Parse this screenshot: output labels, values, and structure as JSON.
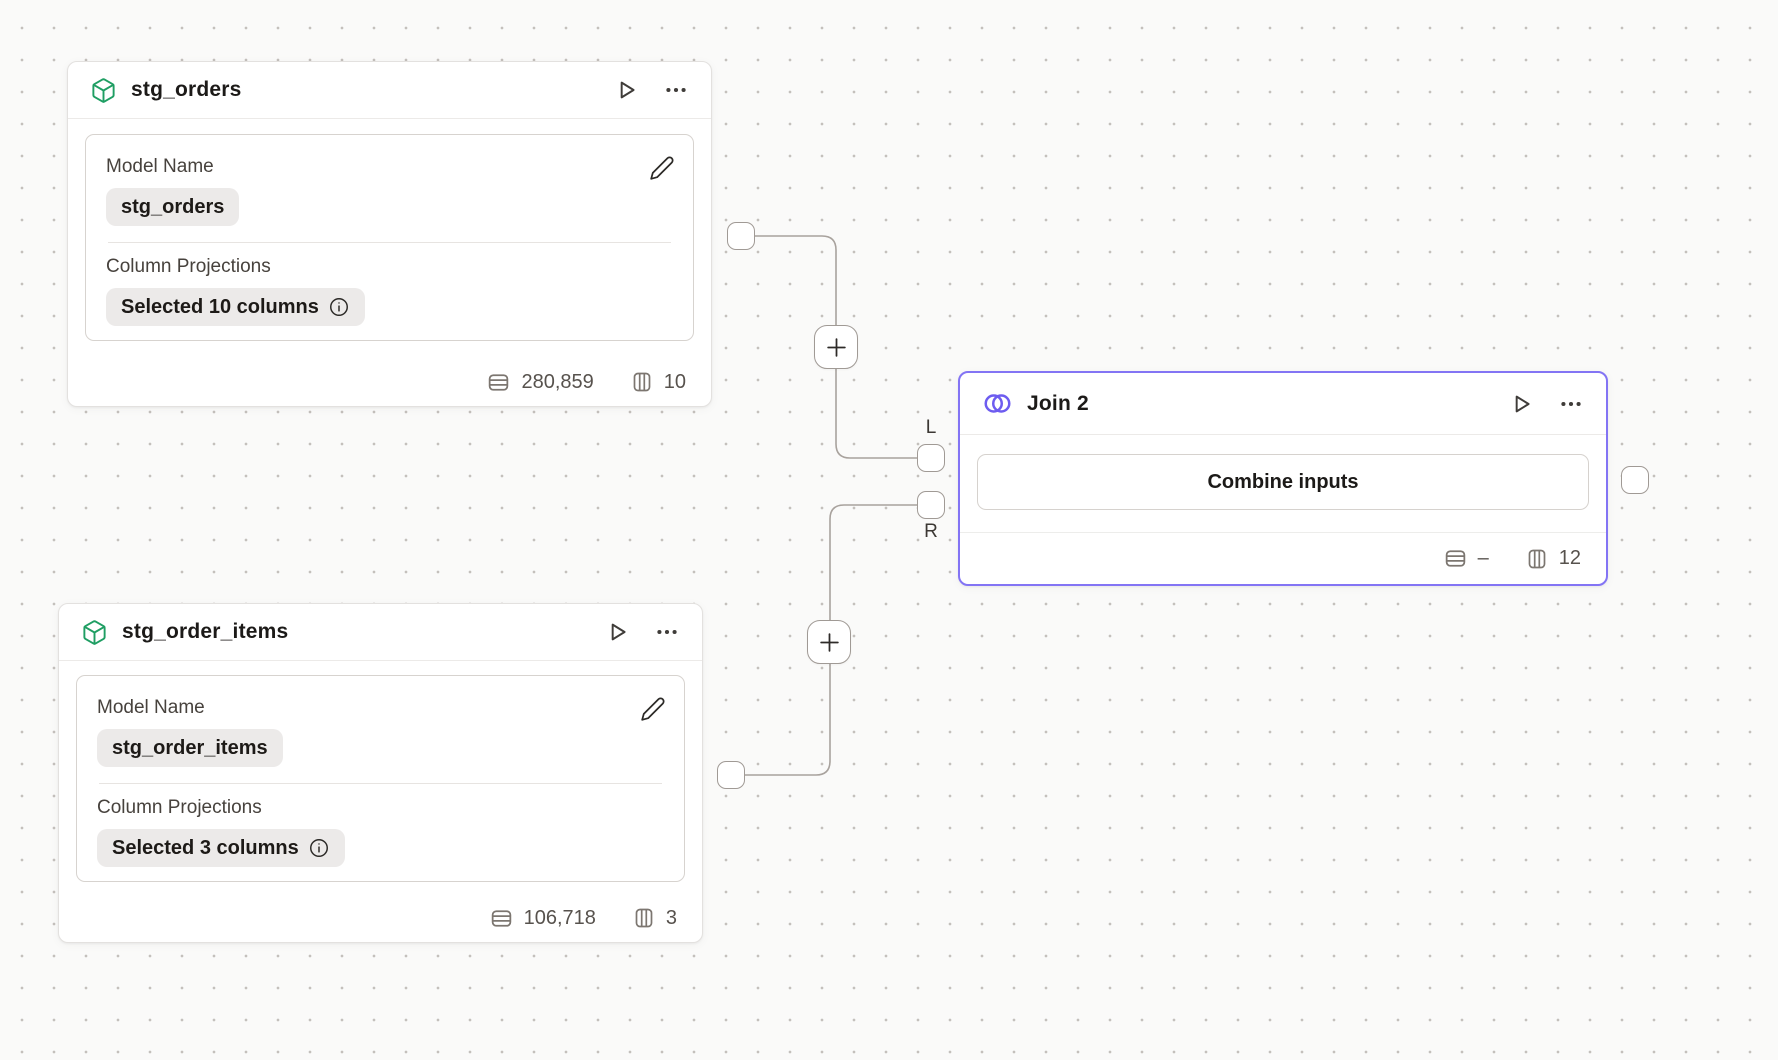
{
  "colors": {
    "join_accent": "#8374f4",
    "model_icon_green": "#1f9e63",
    "edge_gray": "#a8a29d",
    "canvas_dot": "#c4c0bc"
  },
  "nodes": {
    "stg_orders": {
      "title": "stg_orders",
      "model_name_label": "Model Name",
      "model_name_value": "stg_orders",
      "column_projections_label": "Column Projections",
      "column_projections_value": "Selected 10 columns",
      "row_count": "280,859",
      "column_count": "10"
    },
    "stg_order_items": {
      "title": "stg_order_items",
      "model_name_label": "Model Name",
      "model_name_value": "stg_order_items",
      "column_projections_label": "Column Projections",
      "column_projections_value": "Selected 3 columns",
      "row_count": "106,718",
      "column_count": "3"
    },
    "join": {
      "title": "Join 2",
      "combine_button_label": "Combine inputs",
      "row_count": "–",
      "column_count": "12",
      "left_port_label": "L",
      "right_port_label": "R"
    }
  },
  "icons": {
    "model": "cube-icon",
    "join": "venn-diagram-icon",
    "run": "play-icon",
    "menu": "ellipsis-icon",
    "edit": "pencil-icon",
    "info": "info-icon",
    "rows": "table-rows-icon",
    "columns": "table-columns-icon",
    "add": "plus-icon"
  }
}
